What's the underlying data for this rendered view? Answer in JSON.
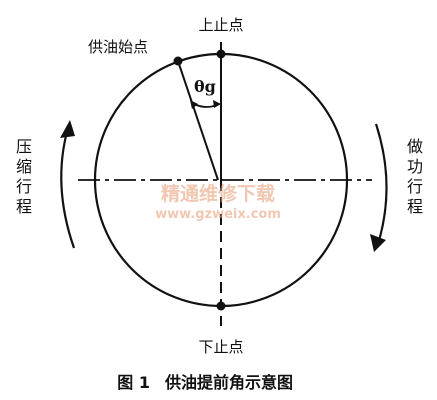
{
  "labels": {
    "top_dead_center": "上止点",
    "bottom_dead_center": "下止点",
    "injection_start": "供油始点",
    "theta": "θg",
    "left_stroke": [
      "压",
      "缩",
      "行",
      "程"
    ],
    "right_stroke": [
      "做",
      "功",
      "行",
      "程"
    ]
  },
  "watermark": {
    "text": "精通维修下载",
    "url": "www.gzweix.com"
  },
  "caption": {
    "figure_number": "图 1",
    "title": "供油提前角示意图"
  }
}
